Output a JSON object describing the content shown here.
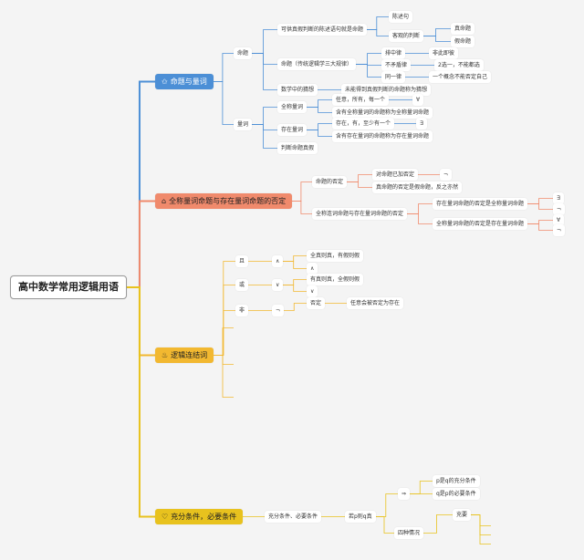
{
  "root": "高中数学常用逻辑用语",
  "branches": {
    "b1": {
      "label": "命题与量词",
      "icon": "star-icon",
      "icon_glyph": "✩",
      "color": "#4c8fd6",
      "proposition": {
        "label": "命题",
        "def": "可供真假判断的陈述语句就是命题",
        "declarative": "陈述句",
        "judgement": "客观的判断",
        "true_prop": "真命题",
        "false_prop": "假命题",
        "laws_label": "命题（传统逻辑学三大规律）",
        "law1": "排中律",
        "law1_note": "非此即彼",
        "law2": "不矛盾律",
        "law2_note": "2选一，不能都选",
        "law3": "同一律",
        "law3_note": "一个概念不能否定自己",
        "conjecture": "数学中的猜想",
        "conjecture_note": "未能得到真假判断的命题称为猜想"
      },
      "quantifier": {
        "label": "量词",
        "universal": "全称量词",
        "universal_words": "任意，所有，每一个",
        "universal_sym": "∀",
        "universal_def": "含有全称量词的命题称为全称量词命题",
        "existential": "存在量词",
        "existential_words": "存在，有，至少有一个",
        "existential_sym": "∃",
        "existential_def": "含有存在量词的命题称为存在量词命题",
        "judge": "判断命题真假"
      }
    },
    "b2": {
      "label": "全称量词命题与存在量词命题的否定",
      "icon": "home-icon",
      "icon_glyph": "⌂",
      "color": "#f08a6c",
      "negation": "命题的否定",
      "neg_op": "对命题已加否定",
      "neg_sym": "¬",
      "neg_rule": "真命题的否定是假命题，反之亦然",
      "quant_neg": "全称连词命题与存在量词命题的否定",
      "universal_neg": "存在量词命题的否定是全称量词命题",
      "existential_neg": "全称量词命题的否定是存在量词命题",
      "syms": [
        "∃",
        "¬",
        "∀",
        "¬"
      ]
    },
    "b3": {
      "label": "逻辑连结词",
      "icon": "fire-icon",
      "icon_glyph": "♨",
      "color": "#f2b830",
      "and": "且",
      "and_sym": "∧",
      "and_note": "全真则真，有假则假",
      "and_extra": "∧",
      "or": "或",
      "or_sym": "∨",
      "or_note": "有真则真，全假则假",
      "or_extra": "∨",
      "not": "非",
      "not_sym": "¬",
      "not_note": "否定",
      "not_desc": "任意会被否定为存在"
    },
    "b4": {
      "label": "充分条件，必要条件",
      "icon": "heart-icon",
      "icon_glyph": "♡",
      "color": "#e8c21e",
      "cond": "充分条件、必要条件",
      "if": "若p则q真",
      "arrow": "⇒",
      "suff": "p是q的充分条件",
      "nec": "q是p的必要条件",
      "four": "四种情况",
      "chong": "充要"
    }
  }
}
